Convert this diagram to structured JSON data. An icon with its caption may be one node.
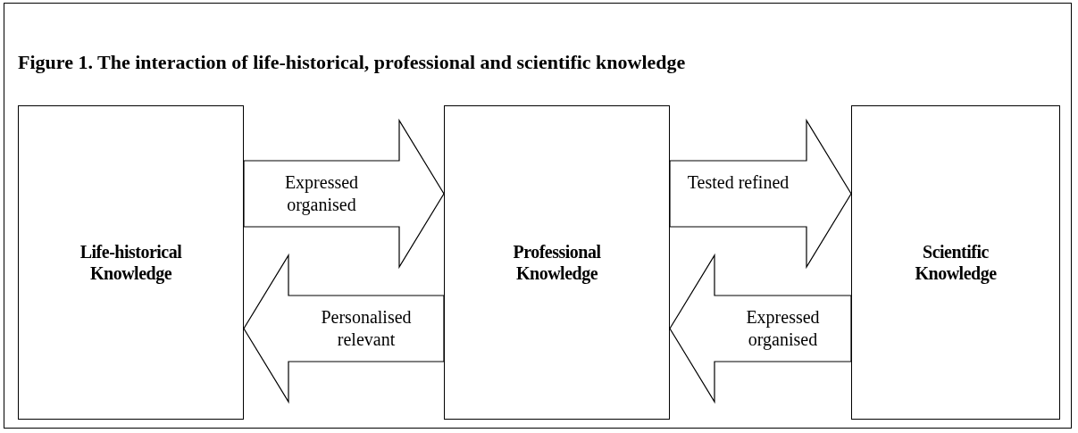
{
  "diagram": {
    "title": "Figure 1. The interaction of life-historical, professional and scientific knowledge",
    "nodes": [
      {
        "text": [
          "Life-historical Knowledge"
        ]
      },
      {
        "text": [
          "Professional Knowledge"
        ]
      },
      {
        "text": [
          "Scientific Knowledge"
        ]
      }
    ],
    "edges": [
      {
        "from": 0,
        "to": 1,
        "arrow": "to",
        "label": "Expressed organised"
      },
      {
        "from": 1,
        "to": 2,
        "arrow": "to",
        "label": "Tested refined"
      },
      {
        "from": 1,
        "to": 0,
        "arrow": "to",
        "label": "Personalised relevant"
      },
      {
        "from": 2,
        "to": 1,
        "arrow": "to",
        "label": "Expressed organised"
      }
    ]
  }
}
